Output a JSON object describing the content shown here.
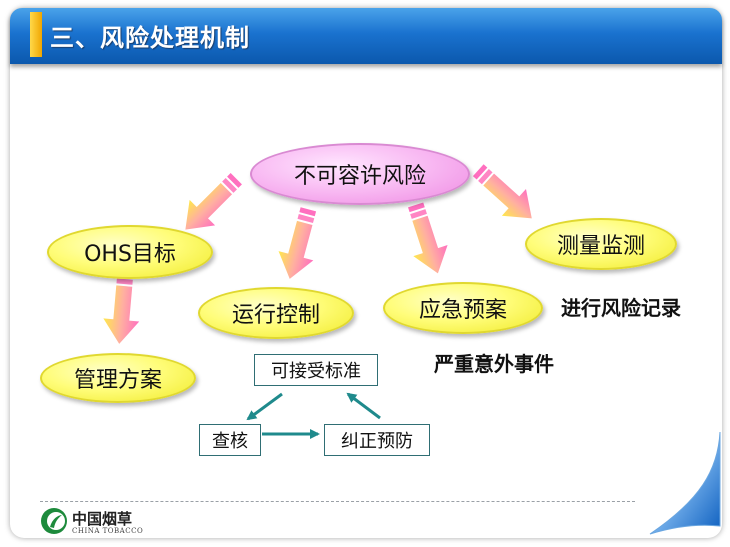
{
  "title": "三、风险处理机制",
  "nodes": {
    "center": "不可容许风险",
    "ohs": "OHS目标",
    "monitor": "测量监测",
    "operation": "运行控制",
    "emergency": "应急预案",
    "management": "管理方案"
  },
  "annotations": {
    "risk_record": "进行风险记录",
    "major_accident": "严重意外事件"
  },
  "cycle": {
    "standard": "可接受标准",
    "check": "查核",
    "correct": "纠正预防"
  },
  "footer": {
    "logo_cn": "中国烟草",
    "logo_en": "CHINA TOBACCO"
  },
  "colors": {
    "title_bar": "#1a72cf",
    "ellipse_yellow": "#fffd7a",
    "ellipse_pink": "#f8b8f2",
    "arrow_start": "#ff6fbf",
    "arrow_end": "#ffe84a",
    "cycle_arrow": "#1f8a8c"
  }
}
